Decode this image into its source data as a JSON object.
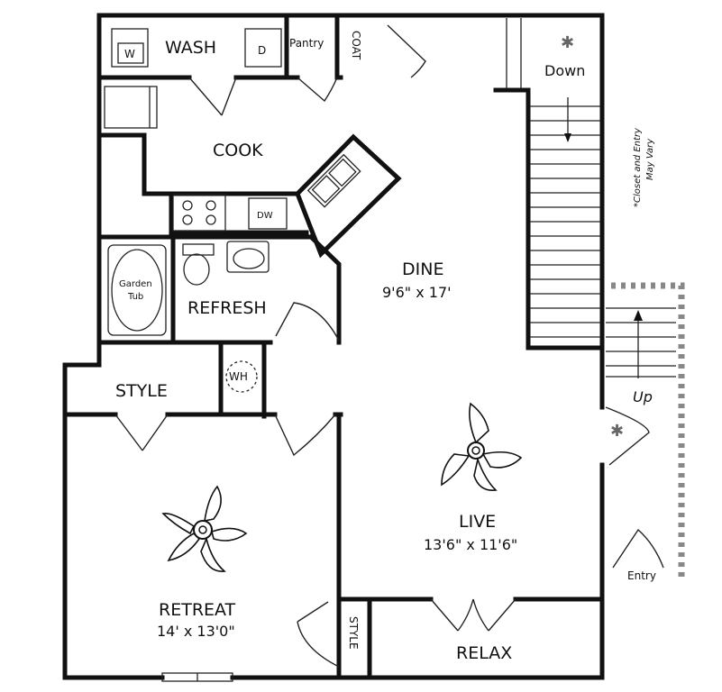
{
  "rooms": {
    "wash": "WASH",
    "washer": "W",
    "dryer": "D",
    "pantry": "Pantry",
    "coat": "COAT",
    "down": "Down",
    "cook": "COOK",
    "dw": "DW",
    "garden_tub_line1": "Garden",
    "garden_tub_line2": "Tub",
    "refresh": "REFRESH",
    "dine": "DINE",
    "dine_size": "9'6\" x 17'",
    "style_upper": "STYLE",
    "wh": "WH",
    "up": "Up",
    "live": "LIVE",
    "live_size": "13'6\" x 11'6\"",
    "retreat": "RETREAT",
    "retreat_size": "14' x 13'0\"",
    "style_lower": "STYLE",
    "relax": "RELAX",
    "entry": "Entry"
  },
  "notes": {
    "closet_line1": "*Closet and Entry",
    "closet_line2": "May Vary"
  }
}
